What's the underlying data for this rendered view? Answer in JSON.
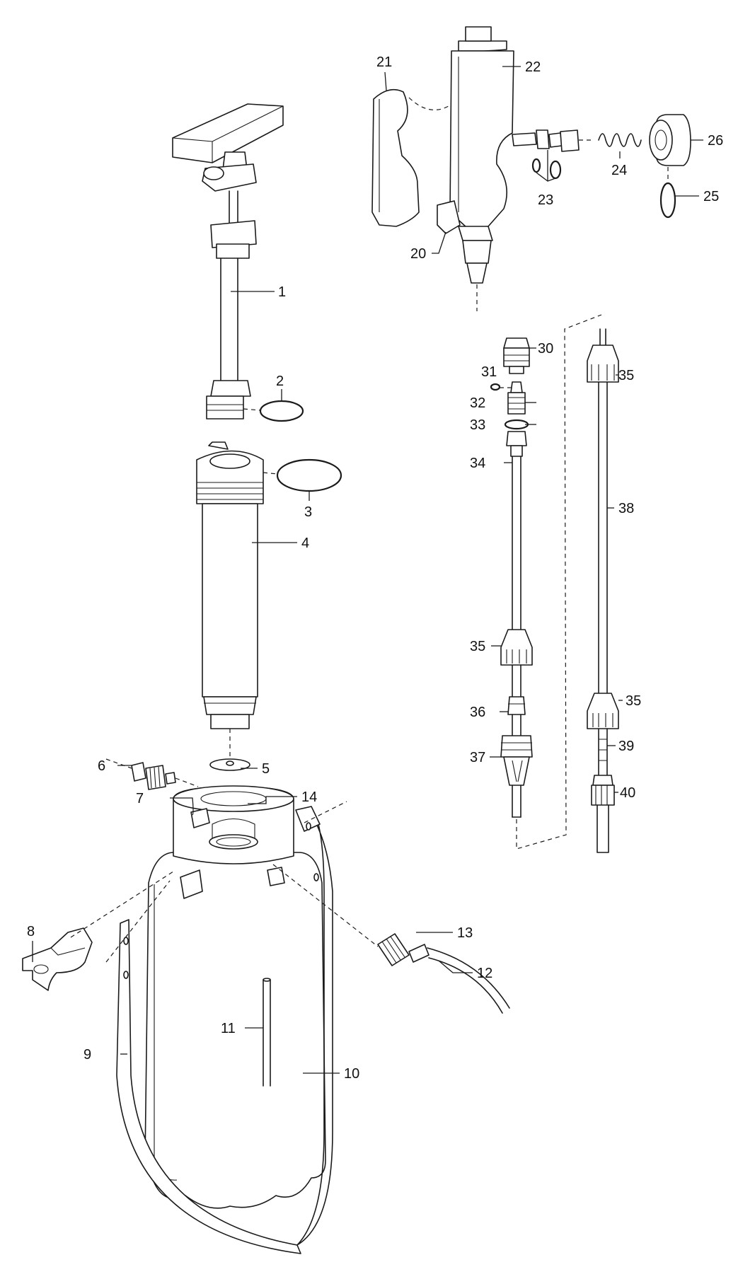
{
  "labels": [
    "1",
    "2",
    "3",
    "4",
    "5",
    "6",
    "7",
    "8",
    "9",
    "10",
    "11",
    "12",
    "13",
    "14",
    "20",
    "21",
    "22",
    "23",
    "24",
    "25",
    "26",
    "30",
    "31",
    "32",
    "33",
    "34",
    "35",
    "36",
    "37",
    "38",
    "39",
    "40"
  ]
}
